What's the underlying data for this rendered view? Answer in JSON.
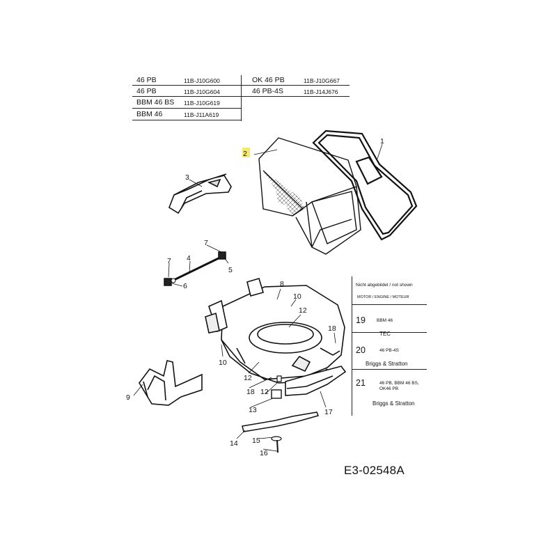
{
  "models": {
    "left": [
      {
        "model": "46 PB",
        "code": "11B-J10G600"
      },
      {
        "model": "46 PB",
        "code": "11B-J10G604"
      },
      {
        "model": "BBM 46 BS",
        "code": "11B-J10G619"
      },
      {
        "model": "BBM 46",
        "code": "11B-J11A619"
      }
    ],
    "right": [
      {
        "model": "OK 46 PB",
        "code": "11B-J10G667"
      },
      {
        "model": "46 PB-4S",
        "code": "11B-J14J676"
      }
    ]
  },
  "motor_table": {
    "header": "Nicht abgebildet / not shown",
    "subheader": "MOTOR / ENGINE / MOTEUR",
    "rows": [
      {
        "num": "19",
        "models": "BBM 46",
        "engine": "TEC"
      },
      {
        "num": "20",
        "models": "46 PB-4S",
        "engine": "Briggs & Stratton"
      },
      {
        "num": "21",
        "models": "46 PB, BBM 46 BS, OK46 PB",
        "engine": "Briggs & Stratton"
      }
    ]
  },
  "callouts": {
    "c1": "1",
    "c2": "2",
    "c3": "3",
    "c4": "4",
    "c5": "5",
    "c6": "6",
    "c7a": "7",
    "c7b": "7",
    "c8": "8",
    "c9": "9",
    "c10a": "10",
    "c10b": "10",
    "c12a": "12",
    "c12b": "12",
    "c12c": "12",
    "c13": "13",
    "c14": "14",
    "c15": "15",
    "c16": "16",
    "c17": "17",
    "c18a": "18",
    "c18b": "18"
  },
  "colors": {
    "highlight": "#f4e96a",
    "line": "#111111"
  },
  "reference_code": "E3-02548A"
}
